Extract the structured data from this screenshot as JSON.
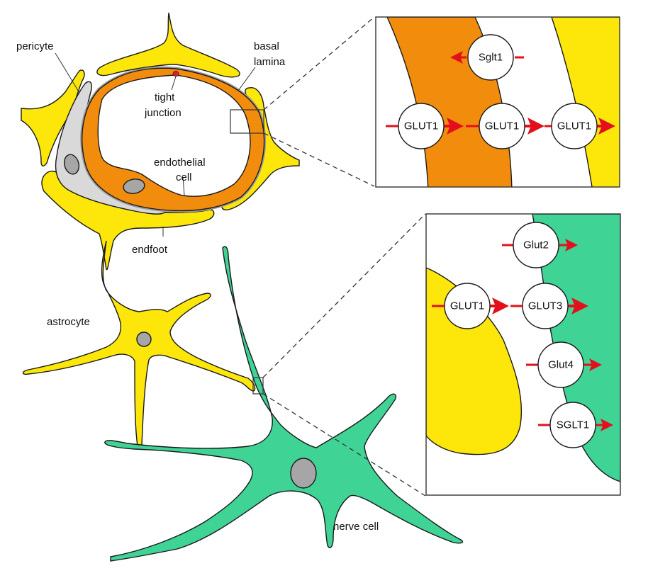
{
  "figure": {
    "title": "Glucose transporters at the blood-brain barrier and neurovascular unit",
    "colors": {
      "astrocyte": "#FDE70A",
      "endothelium": "#F28C0C",
      "pericyte": "#D9D9D9",
      "nucleus": "#A6A6A6",
      "neuron": "#3FD396",
      "arrow": "#E3101C",
      "tight_junction": "#D8202A",
      "outline": "#1a1a1a"
    }
  },
  "labels": {
    "pericyte": "pericyte",
    "basal_lamina_line1": "basal",
    "basal_lamina_line2": "lamina",
    "tight_junction_line1": "tight",
    "tight_junction_line2": "junction",
    "endothelial_line1": "endothelial",
    "endothelial_line2": "cell",
    "endfoot": "endfoot",
    "astrocyte": "astrocyte",
    "nerve_cell": "nerve cell"
  },
  "inset_top": {
    "transporters": [
      {
        "name": "Sglt1",
        "direction": "left"
      },
      {
        "name": "GLUT1",
        "direction": "right"
      },
      {
        "name": "GLUT1",
        "direction": "right"
      },
      {
        "name": "GLUT1",
        "direction": "right"
      }
    ]
  },
  "inset_bottom": {
    "transporters": [
      {
        "name": "Glut2",
        "direction": "right"
      },
      {
        "name": "GLUT1",
        "direction": "right"
      },
      {
        "name": "GLUT3",
        "direction": "right"
      },
      {
        "name": "Glut4",
        "direction": "right"
      },
      {
        "name": "SGLT1",
        "direction": "right"
      }
    ]
  }
}
